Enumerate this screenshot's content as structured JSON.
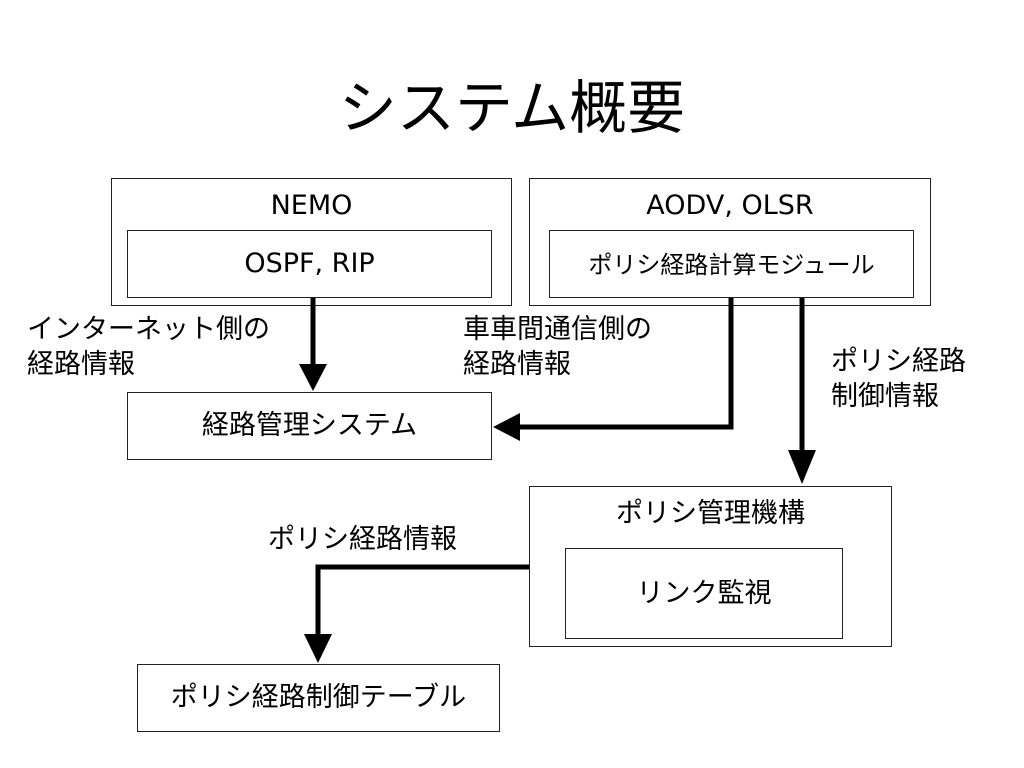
{
  "title": "システム概要",
  "nodes": {
    "nemo": "NEMO",
    "ospf_rip": "OSPF, RIP",
    "aodv_olsr": "AODV, OLSR",
    "policy_route_calc_module": "ポリシ経路計算モジュール",
    "route_management_system": "経路管理システム",
    "policy_management_mechanism": "ポリシ管理機構",
    "link_monitoring": "リンク監視",
    "policy_route_control_table": "ポリシ経路制御テーブル"
  },
  "edge_labels": {
    "internet_side_route_info": "インターネット側の\n経路情報",
    "v2v_side_route_info": "車車間通信側の\n経路情報",
    "policy_route_control_info": "ポリシ経路\n制御情報",
    "policy_route_info": "ポリシ経路情報"
  },
  "colors": {
    "line": "#000000",
    "border": "#222222",
    "background": "#ffffff"
  }
}
